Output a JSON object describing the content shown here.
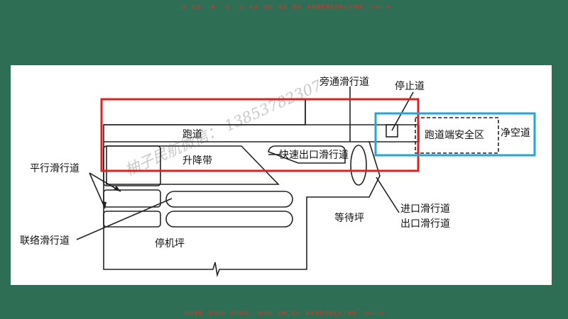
{
  "banner_top": "二级 · 监理 · 一建 · 一造 · 二造 · 安全 · 消防 · 咨询 · 教程 · 电路课程课程视频在线/教程 · 1849719",
  "banner_bottom": "码哥课程 · 咨询QQ · 考试培训 · 一级资料 · 各种二资料 · 最新课程视频在线 / 教程 · 1849719",
  "watermark": "柚子民航微信： 13853782307",
  "labels": {
    "runway": "跑道",
    "runway_strip": "升降带",
    "rapid_exit_taxiway": "快速出口滑行道",
    "bypass_taxiway": "旁通滑行道",
    "stopway": "停止道",
    "resa": "跑道端安全区",
    "clearway": "净空道",
    "parallel_taxiway": "平行滑行道",
    "connecting_taxiway": "联络滑行道",
    "apron": "停机坪",
    "holding_bay": "等待坪",
    "entrance_taxiway": "进口滑行道",
    "exit_taxiway": "出口滑行道"
  },
  "colors": {
    "background": "#2e6e55",
    "panel": "#ffffff",
    "highlight_red": "#e0201e",
    "highlight_blue": "#22a6d8",
    "line": "#222222"
  }
}
